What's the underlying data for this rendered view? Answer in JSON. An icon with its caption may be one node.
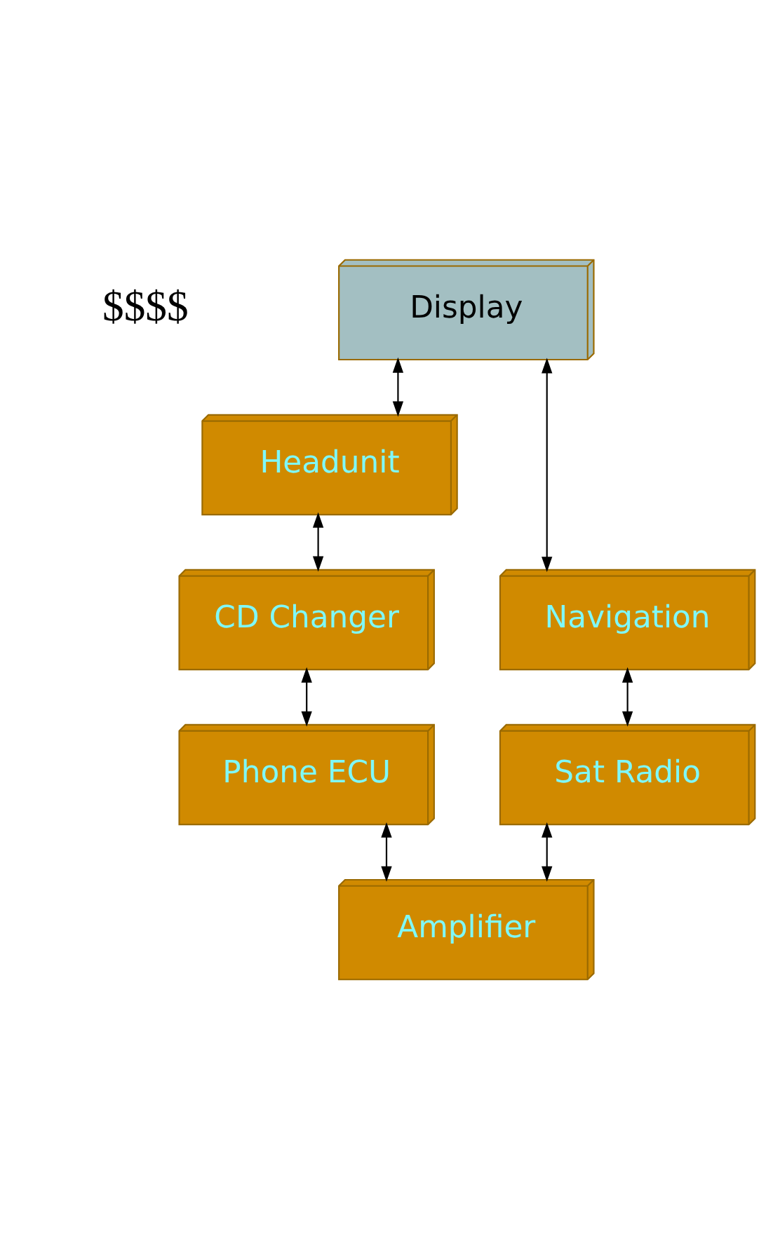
{
  "diagram": {
    "nodes": [
      {
        "text": [
          "Display"
        ],
        "beside": [
          "$$$$"
        ]
      },
      {
        "text": [
          "Headunit"
        ]
      },
      {
        "text": [
          "CD Changer"
        ]
      },
      {
        "text": [
          "Navigation"
        ]
      },
      {
        "text": [
          "Phone ECU"
        ]
      },
      {
        "text": [
          "Sat Radio"
        ]
      },
      {
        "text": [
          "Amplifier"
        ]
      }
    ],
    "edges": [
      {
        "from": 0,
        "to": 1,
        "arrow": "both"
      },
      {
        "from": 0,
        "to": 3,
        "arrow": "both"
      },
      {
        "from": 1,
        "to": 2,
        "arrow": "both"
      },
      {
        "from": 2,
        "to": 4,
        "arrow": "both"
      },
      {
        "from": 3,
        "to": 5,
        "arrow": "both"
      },
      {
        "from": 4,
        "to": 6,
        "arrow": "both"
      },
      {
        "from": 5,
        "to": 6,
        "arrow": "both"
      }
    ]
  }
}
